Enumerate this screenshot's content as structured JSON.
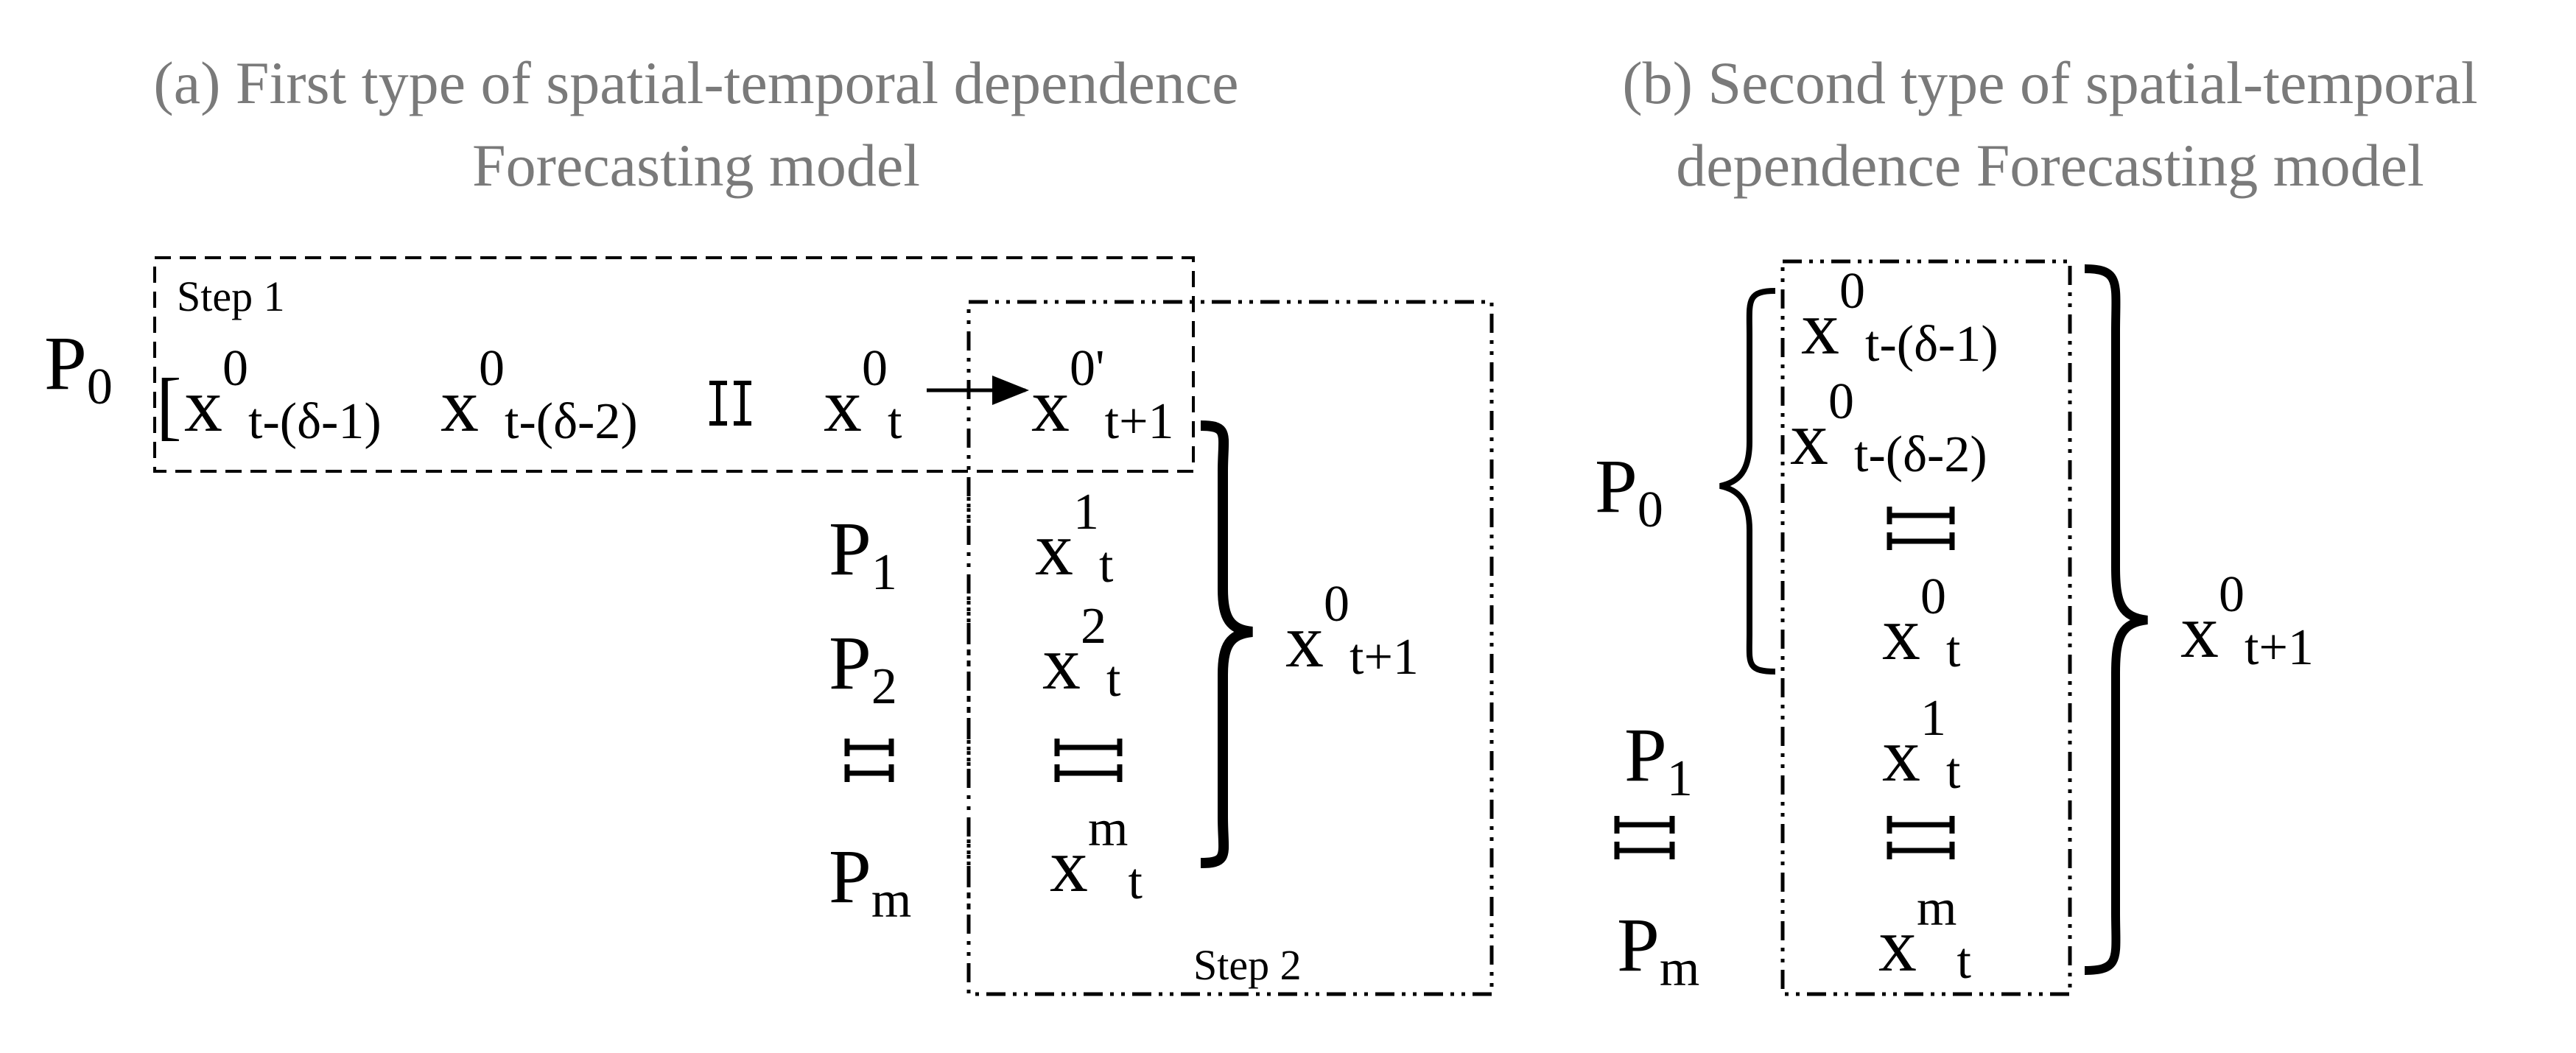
{
  "panel_a": {
    "title_line1": "(a) First type of spatial-temporal dependence",
    "title_line2": "Forecasting model",
    "step1_label": "Step 1",
    "step2_label": "Step 2",
    "p0": {
      "base": "P",
      "sub": "0"
    },
    "open_bracket": "[",
    "seq": [
      {
        "base": "x",
        "sup": "0",
        "sub": "t-(δ-1)"
      },
      {
        "base": "x",
        "sup": "0",
        "sub": "t-(δ-2)"
      },
      {
        "base": "x",
        "sup": "0",
        "sub": "t"
      }
    ],
    "predicted": {
      "base": "x",
      "sup": "0'",
      "sub": "t+1"
    },
    "neighbors": [
      {
        "p": {
          "base": "P",
          "sub": "1"
        },
        "x": {
          "base": "x",
          "sup": "1",
          "sub": "t"
        }
      },
      {
        "p": {
          "base": "P",
          "sub": "2"
        },
        "x": {
          "base": "x",
          "sup": "2",
          "sub": "t"
        }
      },
      {
        "p": {
          "base": "P",
          "sub": "m"
        },
        "x": {
          "base": "x",
          "sup": "m",
          "sub": "t"
        }
      }
    ],
    "output": {
      "base": "x",
      "sup": "0",
      "sub": "t+1"
    }
  },
  "panel_b": {
    "title_line1": "(b) Second type of spatial-temporal",
    "title_line2": "dependence Forecasting model",
    "p0": {
      "base": "P",
      "sub": "0"
    },
    "p1": {
      "base": "P",
      "sub": "1"
    },
    "pm": {
      "base": "P",
      "sub": "m"
    },
    "col": [
      {
        "base": "x",
        "sup": "0",
        "sub": "t-(δ-1)"
      },
      {
        "base": "x",
        "sup": "0",
        "sub": "t-(δ-2)"
      },
      {
        "base": "x",
        "sup": "0",
        "sub": "t"
      },
      {
        "base": "x",
        "sup": "1",
        "sub": "t"
      },
      {
        "base": "x",
        "sup": "m",
        "sub": "t"
      }
    ],
    "output": {
      "base": "x",
      "sup": "0",
      "sub": "t+1"
    }
  }
}
